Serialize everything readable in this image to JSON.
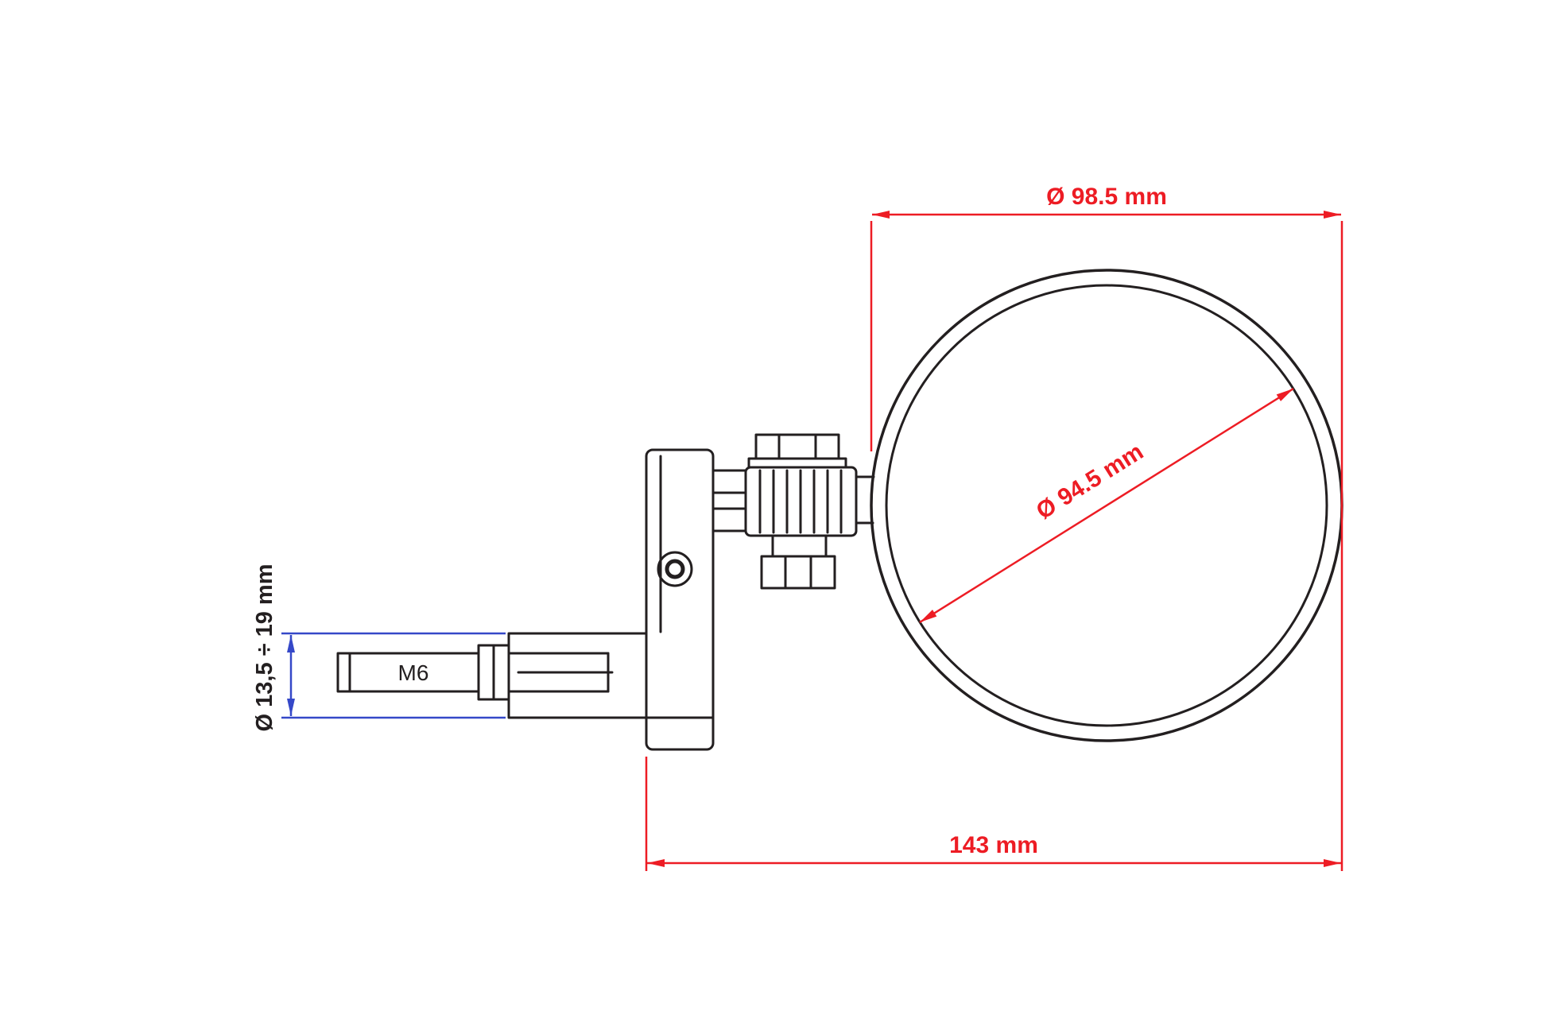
{
  "colors": {
    "red": "#ed1c24",
    "blue": "#3548c8",
    "black": "#231f20",
    "background": "#ffffff"
  },
  "dimensions": {
    "mirror_outer_diameter": "Ø 98.5 mm",
    "mirror_glass_diameter": "Ø 94.5 mm",
    "overall_length": "143 mm",
    "mount_clamp_range": "Ø 13,5 ÷ 19 mm",
    "bolt_thread": "M6"
  }
}
